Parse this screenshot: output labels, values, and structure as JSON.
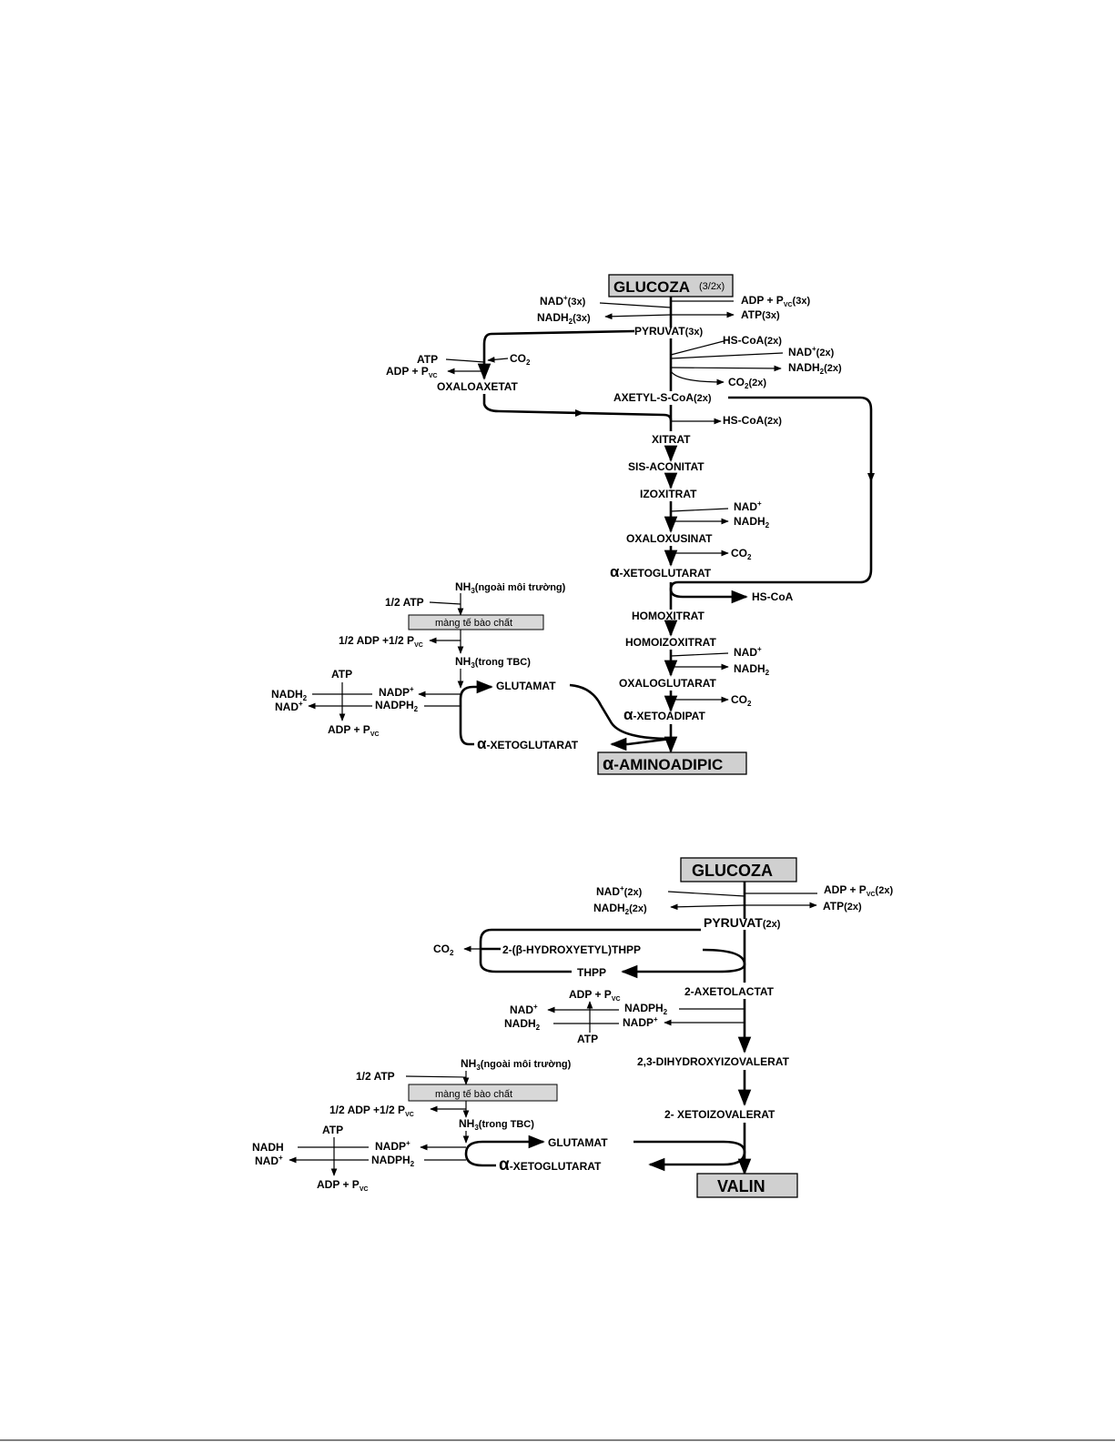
{
  "diagram1": {
    "glucoza": "GLUCOZA",
    "glucoza_mult": "(3/2x)",
    "nad_plus": "NAD",
    "nad_plus_mult": "(3x)",
    "nadh2": "NADH",
    "nadh2_mult": "(3x)",
    "adp_pvc": "ADP + P",
    "adp_pvc_mult": "(3x)",
    "atp": "ATP",
    "atp_mult": "(3x)",
    "pyruvat": "PYRUVAT",
    "pyruvat_mult": "(3x)",
    "hscoa_in": "HS-CoA",
    "hscoa_in_mult": "(2x)",
    "nad_in": "NAD",
    "nad_in_mult": "(2x)",
    "nadh2_out": "NADH",
    "nadh2_out_mult": "(2x)",
    "co2_out": "CO",
    "co2_out_mult": "(2x)",
    "left_atp": "ATP",
    "left_adp": "ADP + P",
    "left_co2": "CO",
    "oxaloaxetat": "OXALOAXETAT",
    "axetyl": "AXETYL-S-CoA",
    "axetyl_mult": "(2x)",
    "hscoa_out": "HS-CoA",
    "hscoa_out_mult": "(2x)",
    "xitrat": "XITRAT",
    "sis_aconitat": "SIS-ACONITAT",
    "izoxitrat": "IZOXITRAT",
    "nad_a": "NAD",
    "nadh2_a": "NADH",
    "oxaloxusinat": "OXALOXUSINAT",
    "co2_a": "CO",
    "xetoglutarat": "-XETOGLUTARAT",
    "hscoa_loop": "HS-CoA",
    "homoxitrat": "HOMOXITRAT",
    "homoizoxitrat": "HOMOIZOXITRAT",
    "nad_b": "NAD",
    "nadh2_b": "NADH",
    "oxaloglutarat": "OXALOGLUTARAT",
    "co2_b": "CO",
    "xetoadipat": "-XETOADIPAT",
    "aminoadipic": "-AMINOADIPIC",
    "nh3_out": "NH",
    "nh3_out_note": "(ngoài môi trường)",
    "half_atp": "1/2 ATP",
    "membrane": "màng tế bào chất",
    "half_adp": "1/2 ADP +1/2 P",
    "nh3_in": "NH",
    "nh3_in_note": "(trong TBC)",
    "cof_atp": "ATP",
    "cof_nadh2": "NADH",
    "cof_nad": "NAD",
    "cof_nadp": "NADP",
    "cof_nadph2": "NADPH",
    "cof_adp": "ADP + P",
    "glutamat": "GLUTAMAT",
    "xetoglutarat2": "-XETOGLUTARAT"
  },
  "diagram2": {
    "glucoza": "GLUCOZA",
    "nad_plus": "NAD",
    "nad_plus_mult": "(2x)",
    "nadh2": "NADH",
    "nadh2_mult": "(2x)",
    "adp_pvc": "ADP + P",
    "adp_pvc_mult": "(2x)",
    "atp": "ATP",
    "atp_mult": "(2x)",
    "pyruvat": "PYRUVAT",
    "pyruvat_mult": "(2x)",
    "co2": "CO",
    "hydroxyetyl": "2-(β-HYDROXYETYL)THPP",
    "thpp": "THPP",
    "axetolactat": "2-AXETOLACTAT",
    "r_adp": "ADP + P",
    "r_nad": "NAD",
    "r_nadh2": "NADH",
    "r_nadph2": "NADPH",
    "r_nadp": "NADP",
    "r_atp": "ATP",
    "dihydroxy": "2,3-DIHYDROXYIZOVALERAT",
    "xetoizovalerat": "2- XETOIZOVALERAT",
    "valin": "VALIN",
    "nh3_out": "NH",
    "nh3_out_note": "(ngoài môi trường)",
    "half_atp": "1/2 ATP",
    "membrane": "màng tế bào chất",
    "half_adp": "1/2 ADP +1/2 P",
    "nh3_in": "NH",
    "nh3_in_note": "(trong TBC)",
    "cof_atp": "ATP",
    "cof_nadh": "NADH",
    "cof_nad": "NAD",
    "cof_nadp": "NADP",
    "cof_nadph2": "NADPH",
    "cof_adp": "ADP + P",
    "glutamat": "GLUTAMAT",
    "xetoglutarat": "-XETOGLUTARAT"
  },
  "symbols": {
    "alpha": "α",
    "plus": "+",
    "sub2": "2",
    "sub3": "3",
    "sub_vc": "VC"
  }
}
